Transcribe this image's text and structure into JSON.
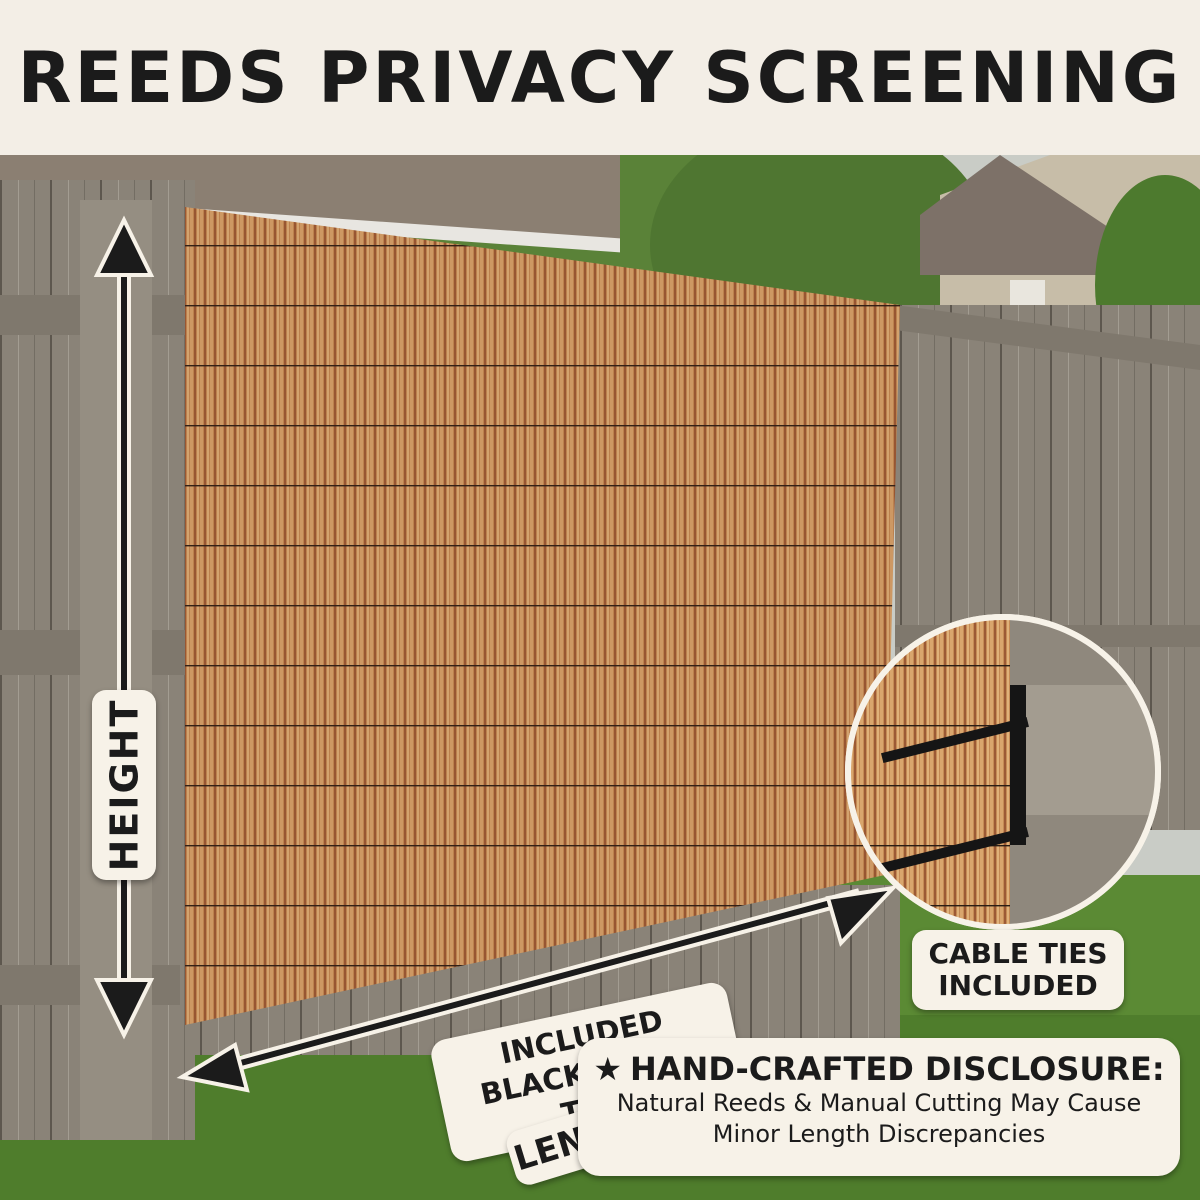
{
  "header": {
    "title": "REEDS PRIVACY SCREENING"
  },
  "labels": {
    "height": "HEIGHT",
    "length": "LENGTH",
    "included_ties_line1": "INCLUDED",
    "included_ties_line2": "BLACK CABLE TIES",
    "cable_ties_line1": "CABLE TIES",
    "cable_ties_line2": "INCLUDED"
  },
  "disclosure": {
    "title": "HAND-CRAFTED DISCLOSURE:",
    "line1": "Natural Reeds & Manual Cutting May Cause",
    "line2": "Minor Length Discrepancies",
    "icon": "star-icon"
  },
  "colors": {
    "background": "#f3eee6",
    "text": "#1b1b1b",
    "reed": "#c1864f",
    "fence": "#8e877c",
    "grass": "#5b8a34"
  }
}
